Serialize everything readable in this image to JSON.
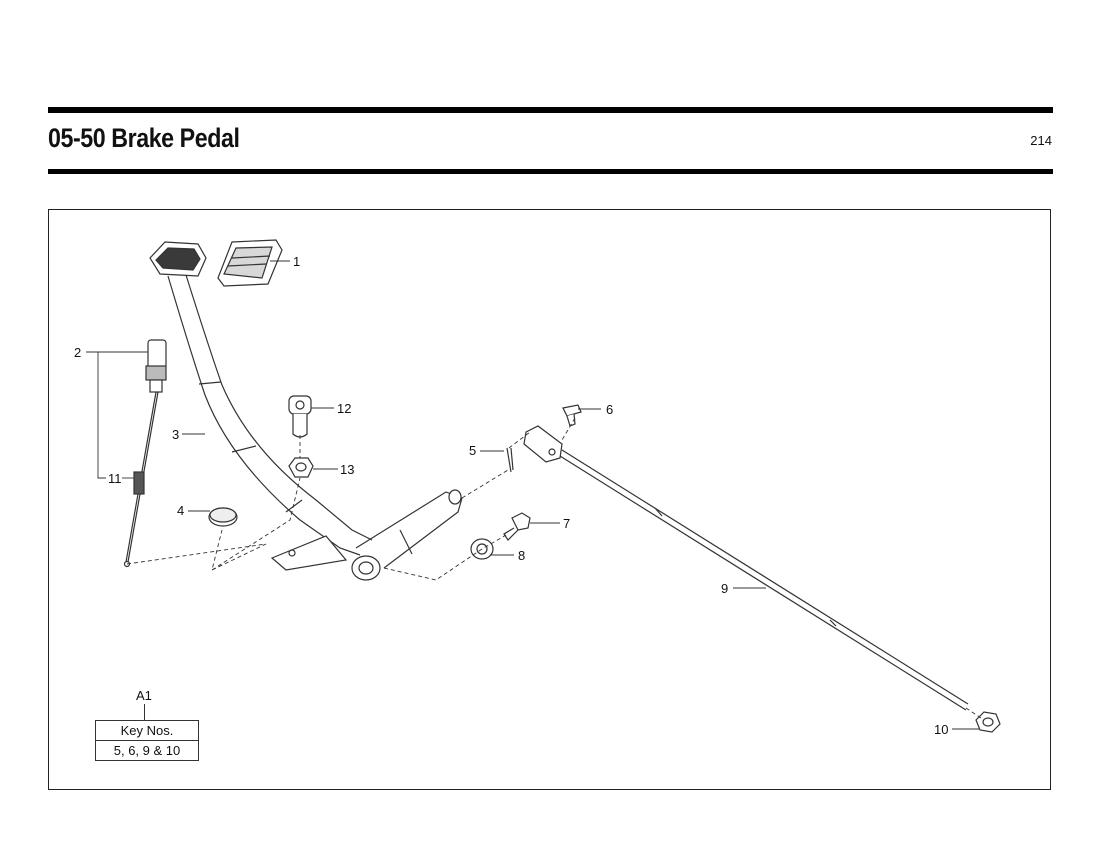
{
  "header": {
    "title": "05-50 Brake Pedal",
    "page_number": "214"
  },
  "callouts": {
    "c1": "1",
    "c2": "2",
    "c3": "3",
    "c4": "4",
    "c5": "5",
    "c6": "6",
    "c7": "7",
    "c8": "8",
    "c9": "9",
    "c10": "10",
    "c11": "11",
    "c12": "12",
    "c13": "13"
  },
  "kit": {
    "label": "A1",
    "header": "Key Nos.",
    "value": "5, 6, 9 & 10"
  }
}
